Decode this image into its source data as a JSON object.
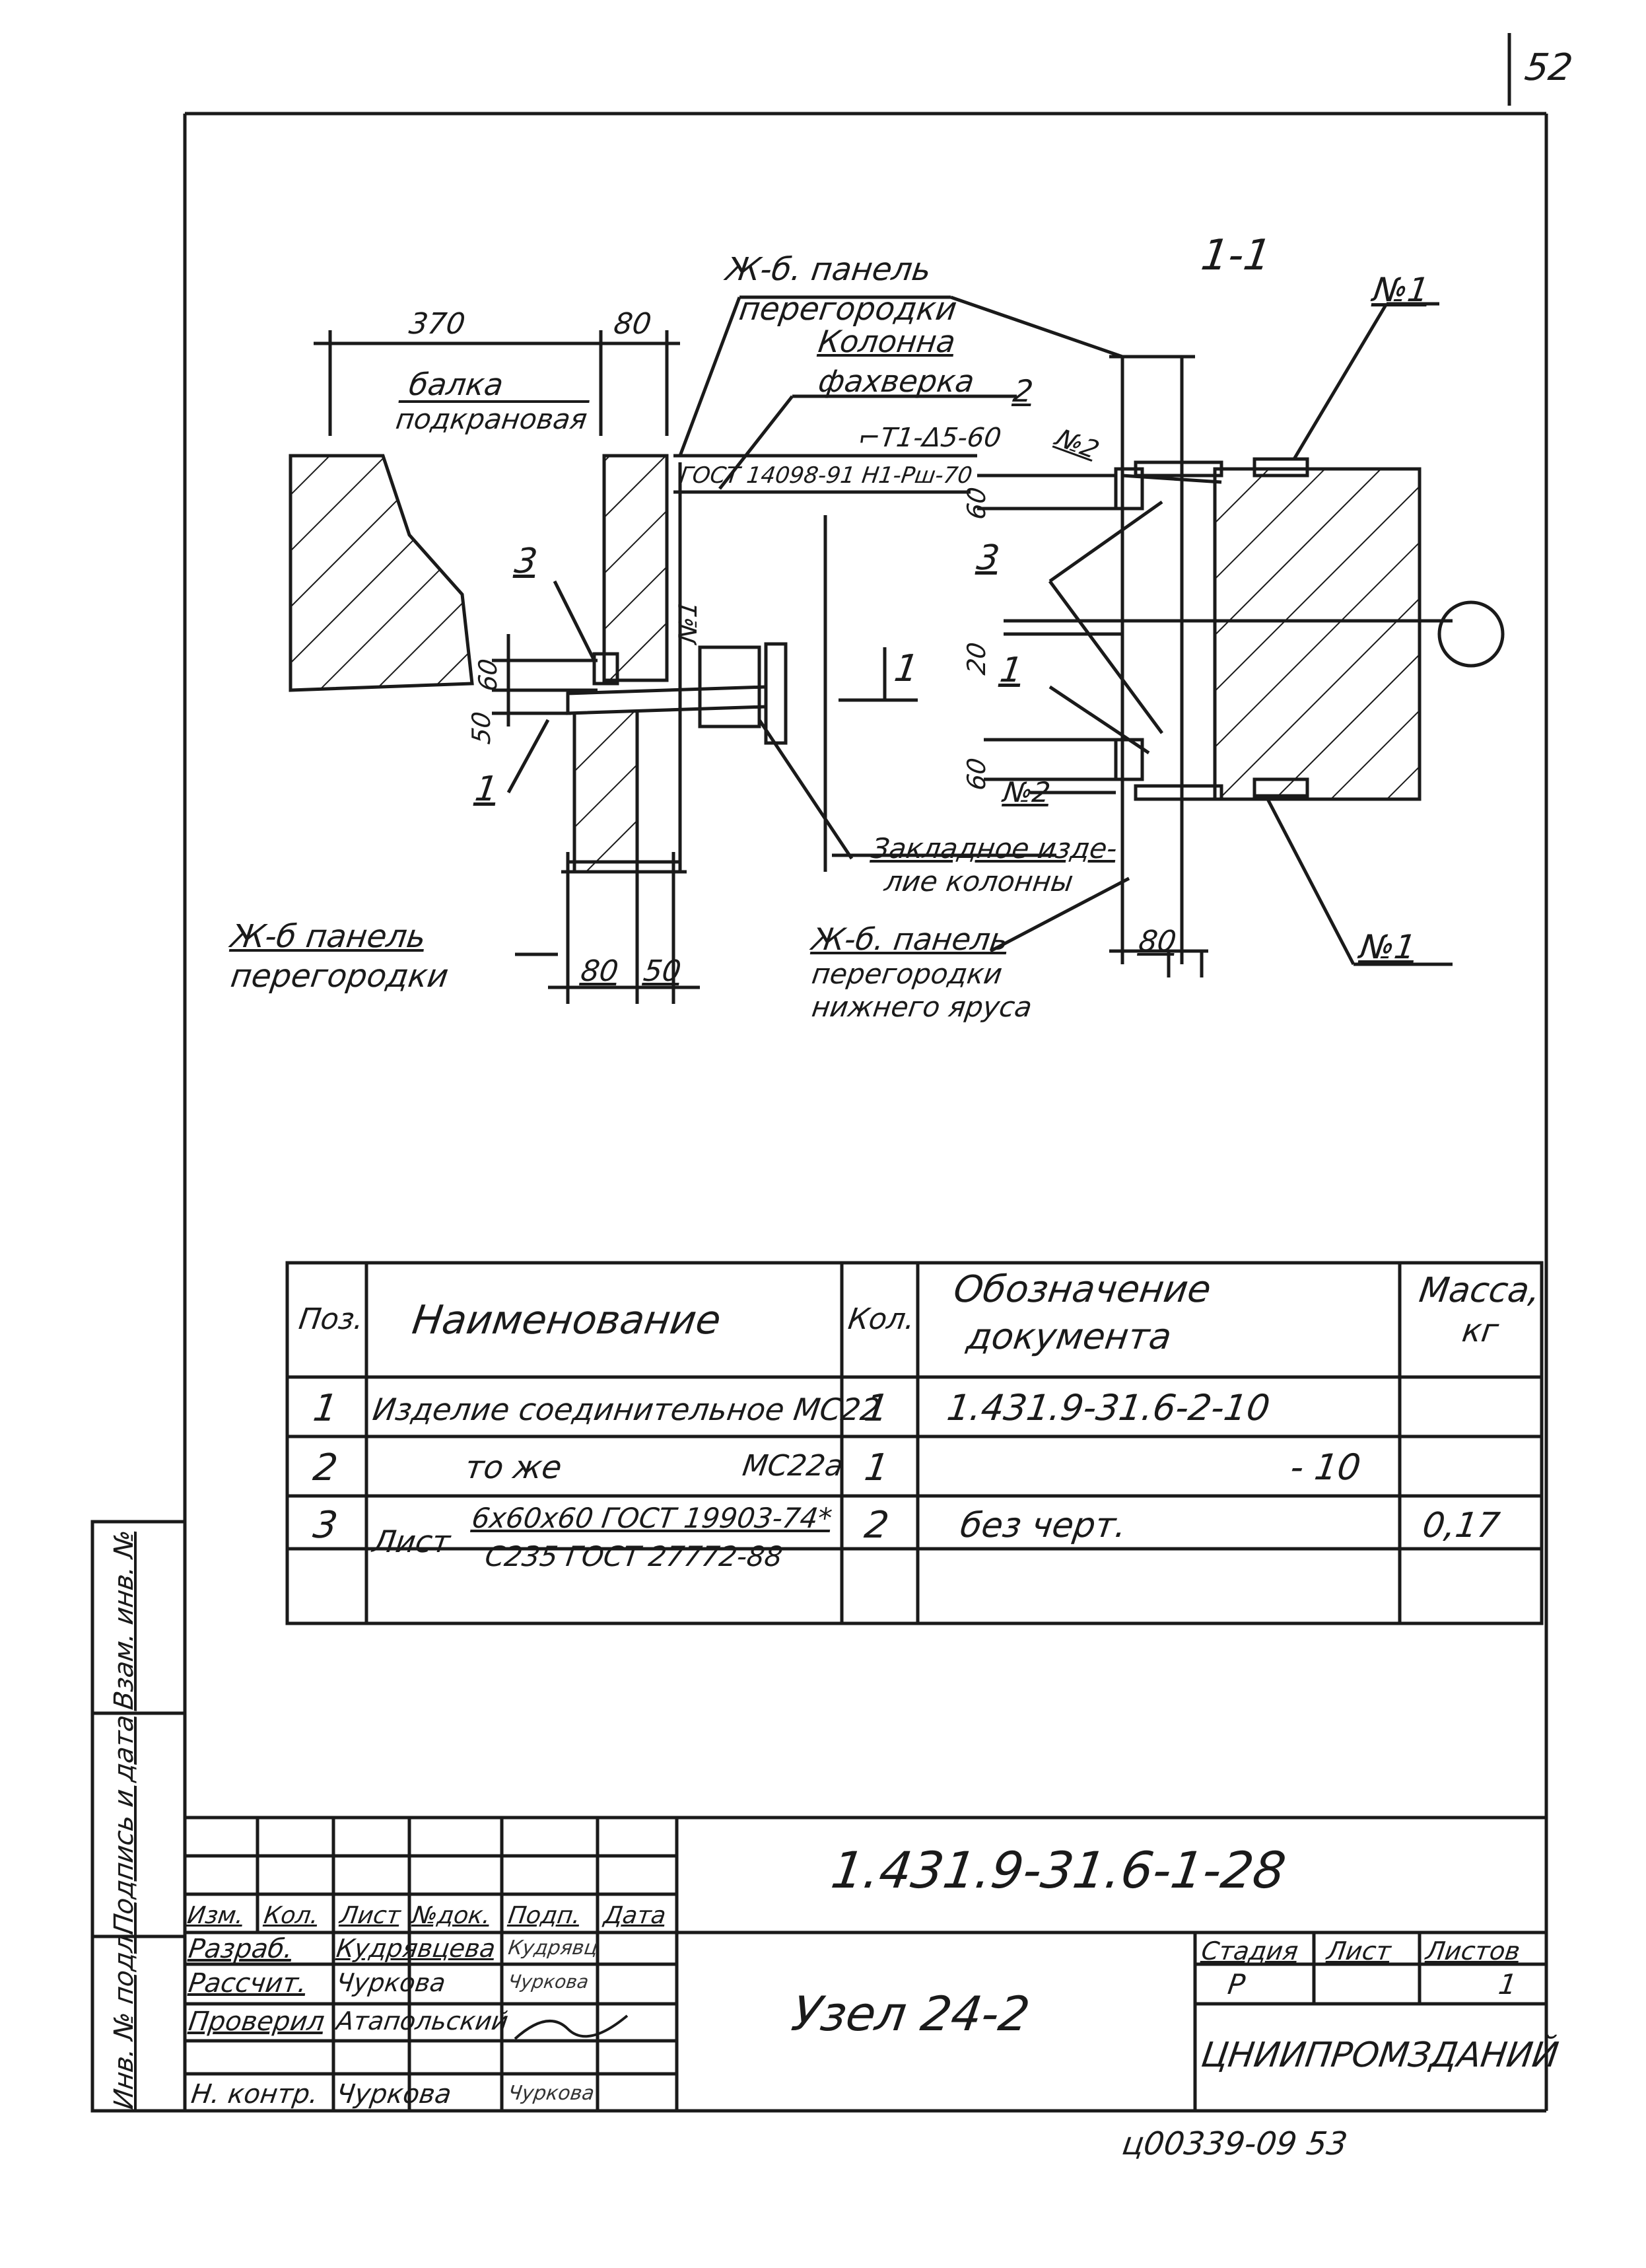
{
  "page": {
    "sheet_number": "52",
    "footer_code": "ц00339-09  53"
  },
  "drawing": {
    "section_label": "1-1",
    "labels": {
      "dim_370": "370",
      "dim_80_top": "80",
      "beam_line1": "балка",
      "beam_line2": "подкрановая",
      "panel_top_line1": "Ж-б. панель",
      "panel_top_line2": "перегородки",
      "column_line1": "Колонна",
      "column_line2": "фахверка",
      "pos2_top": "2",
      "weld_line1": "⌐T1-Δ5-60",
      "weld_line2": "ГОСТ 14098-91 Н1-Рш-70",
      "pos3_left": "3",
      "pos1_left": "1",
      "no1_vertical": "№1",
      "arrow_1": "1",
      "dim_50": "50",
      "dim_60_left": "60",
      "dim_80_bottom": "80",
      "dim_50_bottom": "50",
      "panel_left_line1": "Ж-б панель",
      "panel_left_line2": "перегородки",
      "embed_line1": "Закладное изде-",
      "embed_line2": "лие колонны",
      "panel_low_line1": "Ж-б. панель",
      "panel_low_line2": "перегородки",
      "panel_low_line3": "нижнего яруса",
      "dim_60_rt": "60",
      "dim_20": "20",
      "dim_60_rb": "60",
      "pos3_right": "3",
      "pos1_right": "1",
      "no2_top": "№2",
      "no2_bottom": "№2",
      "no1_top": "№1",
      "no1_bottom": "№1",
      "dim_80_right": "80"
    }
  },
  "spec_table": {
    "headers": {
      "pos": "Поз.",
      "name": "Наименование",
      "qty": "Кол.",
      "doc_line1": "Обозначение",
      "doc_line2": "документа",
      "mass_line1": "Масса,",
      "mass_line2": "кг"
    },
    "rows": [
      {
        "pos": "1",
        "name": "Изделие соединительное МС22",
        "qty": "1",
        "doc": "1.431.9-31.6-2-10",
        "mass": ""
      },
      {
        "pos": "2",
        "name": "то же",
        "name_code": "МС22а",
        "qty": "1",
        "doc": "- 10",
        "mass": ""
      },
      {
        "pos": "3",
        "name_prefix": "Лист",
        "name_line1": "6х60х60 ГОСТ 19903-74*",
        "name_line2": "С235 ГОСТ 27772-88",
        "qty": "2",
        "doc": "без черт.",
        "mass": "0,17"
      }
    ]
  },
  "title_block": {
    "designation": "1.431.9-31.6-1-28",
    "title": "Узел 24-2",
    "headers": [
      "Изм.",
      "Кол.",
      "Лист",
      "№док.",
      "Подп.",
      "Дата"
    ],
    "roles": [
      {
        "role": "Разраб.",
        "name": "Кудрявцева",
        "signature": "Кудрявц"
      },
      {
        "role": "Рассчит.",
        "name": "Чуркова",
        "signature": "Чуркова"
      },
      {
        "role": "Проверил",
        "name": "Атапольский",
        "signature": ""
      },
      {
        "role": "",
        "name": "",
        "signature": ""
      },
      {
        "role": "Н. контр.",
        "name": "Чуркова",
        "signature": "Чуркова"
      }
    ],
    "stage_label": "Стадия",
    "sheet_label": "Лист",
    "sheets_label": "Листов",
    "stage_value": "Р",
    "sheet_value": "",
    "sheets_value": "1",
    "organization": "ЦНИИПРОМЗДАНИЙ"
  },
  "side_stamp": {
    "inv_orig": "Инв. № подл.",
    "sign_date": "Подпись и дата",
    "replace_inv": "Взам. инв. №"
  }
}
